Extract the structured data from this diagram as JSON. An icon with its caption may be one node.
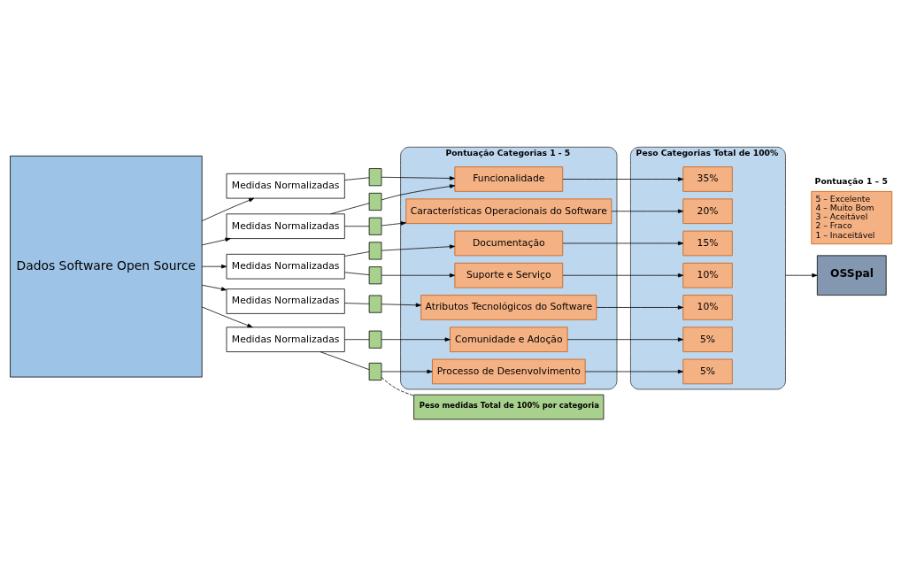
{
  "diagram": {
    "nodes": [
      {
        "text": [
          "Dados Software Open Source"
        ]
      },
      {
        "text": [
          "Medidas Normalizadas"
        ]
      },
      {
        "text": [
          "Medidas Normalizadas"
        ]
      },
      {
        "text": [
          "Medidas Normalizadas"
        ]
      },
      {
        "text": [
          "Medidas Normalizadas"
        ]
      },
      {
        "text": [
          "Medidas Normalizadas"
        ]
      },
      {
        "text": [],
        "shape": "box"
      },
      {
        "text": [],
        "shape": "box"
      },
      {
        "text": [],
        "shape": "box"
      },
      {
        "text": [],
        "shape": "box"
      },
      {
        "text": [],
        "shape": "box"
      },
      {
        "text": [],
        "shape": "box"
      },
      {
        "text": [],
        "shape": "box"
      },
      {
        "text": [],
        "shape": "box"
      },
      {
        "text": [
          "Pontuação Categorias 1 - 5"
        ]
      },
      {
        "text": [
          "Funcionalidade"
        ],
        "in": 14
      },
      {
        "text": [
          "Características Operacionais do Software"
        ],
        "in": 14
      },
      {
        "text": [
          "Documentação"
        ],
        "in": 14
      },
      {
        "text": [
          "Suporte e Serviço"
        ],
        "in": 14
      },
      {
        "text": [
          "Atributos Tecnológicos do Software"
        ],
        "in": 14
      },
      {
        "text": [
          "Comunidade e Adoção"
        ],
        "in": 14
      },
      {
        "text": [
          "Processo de Desenvolvimento"
        ],
        "in": 14
      },
      {
        "text": [
          "Peso Categorias Total de 100%"
        ]
      },
      {
        "text": [
          "35%"
        ],
        "in": 22
      },
      {
        "text": [
          "20%"
        ],
        "in": 22
      },
      {
        "text": [
          "15%"
        ],
        "in": 22
      },
      {
        "text": [
          "10%"
        ],
        "in": 22
      },
      {
        "text": [
          "10%"
        ],
        "in": 22
      },
      {
        "text": [
          "5%"
        ],
        "in": 22
      },
      {
        "text": [
          "5%"
        ],
        "in": 22
      },
      {
        "text": [
          "OSSpal"
        ]
      },
      {
        "text": [
          "Pontuação 1 – 5",
          "5 – Excelente",
          "4 – Muito Bom",
          "3 – Aceitável",
          "2 – Fraco",
          "1 – Inaceitável"
        ]
      },
      {
        "text": [
          "Peso medidas Total de 100% por categoria"
        ]
      }
    ],
    "edges": [
      {
        "from": 0,
        "to": 1,
        "arrow": "to"
      },
      {
        "from": 0,
        "to": 2,
        "arrow": "to"
      },
      {
        "from": 0,
        "to": 3,
        "arrow": "to"
      },
      {
        "from": 0,
        "to": 4,
        "arrow": "to"
      },
      {
        "from": 0,
        "to": 5,
        "arrow": "to"
      },
      {
        "from": 1,
        "to": 6,
        "arrow": "none"
      },
      {
        "from": 2,
        "to": 7,
        "arrow": "none"
      },
      {
        "from": 2,
        "to": 8,
        "arrow": "none"
      },
      {
        "from": 3,
        "to": 9,
        "arrow": "none"
      },
      {
        "from": 3,
        "to": 10,
        "arrow": "none"
      },
      {
        "from": 4,
        "to": 11,
        "arrow": "none"
      },
      {
        "from": 5,
        "to": 12,
        "arrow": "none"
      },
      {
        "from": 5,
        "to": 13,
        "arrow": "none"
      },
      {
        "from": 6,
        "to": 15,
        "arrow": "to"
      },
      {
        "from": 7,
        "to": 15,
        "arrow": "to"
      },
      {
        "from": 8,
        "to": 16,
        "arrow": "to"
      },
      {
        "from": 9,
        "to": 17,
        "arrow": "to"
      },
      {
        "from": 10,
        "to": 18,
        "arrow": "to"
      },
      {
        "from": 11,
        "to": 19,
        "arrow": "to"
      },
      {
        "from": 12,
        "to": 20,
        "arrow": "to"
      },
      {
        "from": 13,
        "to": 21,
        "arrow": "to"
      },
      {
        "from": 15,
        "to": 23,
        "arrow": "to"
      },
      {
        "from": 16,
        "to": 24,
        "arrow": "to"
      },
      {
        "from": 17,
        "to": 25,
        "arrow": "to"
      },
      {
        "from": 18,
        "to": 26,
        "arrow": "to"
      },
      {
        "from": 19,
        "to": 27,
        "arrow": "to"
      },
      {
        "from": 20,
        "to": 28,
        "arrow": "to"
      },
      {
        "from": 21,
        "to": 29,
        "arrow": "to"
      },
      {
        "from": 22,
        "to": 30,
        "arrow": "to"
      },
      {
        "from": 13,
        "to": 32,
        "arrow": "none",
        "style": "dashed"
      }
    ]
  }
}
